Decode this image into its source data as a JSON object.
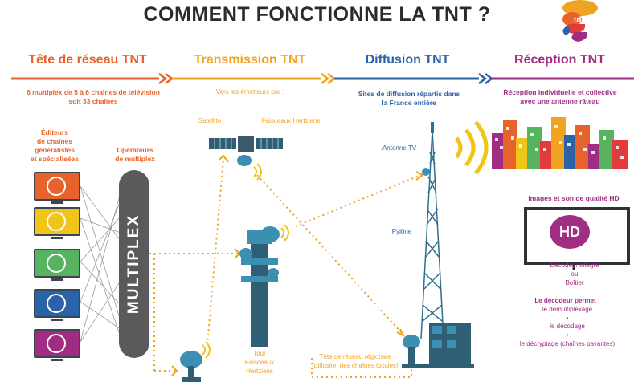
{
  "title": "COMMENT FONCTIONNE LA TNT ?",
  "logo": {
    "text": "tdf"
  },
  "stages": {
    "tete": {
      "label": "Tête de réseau TNT",
      "desc_line1": "6 multiplex de 5 à 6 chaînes de télévision",
      "desc_line2": "soit 33 chaînes",
      "editeurs_line1": "Éditeurs",
      "editeurs_line2": "de chaînes",
      "editeurs_line3": "généralistes",
      "editeurs_line4": "et spécialisées",
      "operateurs_line1": "Opérateurs",
      "operateurs_line2": "de multiplex",
      "multiplex": "MULTIPLEX"
    },
    "transmission": {
      "label": "Transmission TNT",
      "desc": "Vers les émetteurs par :",
      "satellite": "Satellite",
      "faisceaux": "Faisceaux Hertziens",
      "tour_line1": "Tour",
      "tour_line2": "Faisceaux",
      "tour_line3": "Hertziens"
    },
    "diffusion": {
      "label": "Diffusion TNT",
      "desc_line1": "Sites de diffusion répartis dans",
      "desc_line2": "la France entière",
      "antenne": "Antenne TV",
      "pylone": "Pylône",
      "regional_line1": "Tête de réseau régionale",
      "regional_line2": "(diffusion des chaînes locales)"
    },
    "reception": {
      "label": "Réception TNT",
      "desc_line1": "Réception individuelle et collective",
      "desc_line2": "avec une antenne râteau",
      "hd_title": "Images et son de qualité HD",
      "hd_badge": "HD",
      "decodeur_line1": "Décodeur intégré",
      "decodeur_line2": "ou",
      "decodeur_line3": "Boîtier",
      "permet": "Le décodeur permet :",
      "item1": "le démultiplexage",
      "item2": "le décodage",
      "item3": "le décryptage (chaînes payantes)",
      "bullet": "•"
    }
  },
  "colors": {
    "orange": "#e8632c",
    "yellow": "#f0a321",
    "blue": "#2b63a8",
    "purple": "#9e2d83",
    "teal": "#2f5f74",
    "grey": "#5a5a5c"
  },
  "tv_icons": [
    {
      "name": "basketball-icon",
      "color": "#e8632c"
    },
    {
      "name": "film-icon",
      "color": "#f0c419"
    },
    {
      "name": "globe-icon",
      "color": "#57b35f"
    },
    {
      "name": "person-icon",
      "color": "#2b63a8"
    },
    {
      "name": "microphone-icon",
      "color": "#9e2d83"
    }
  ]
}
